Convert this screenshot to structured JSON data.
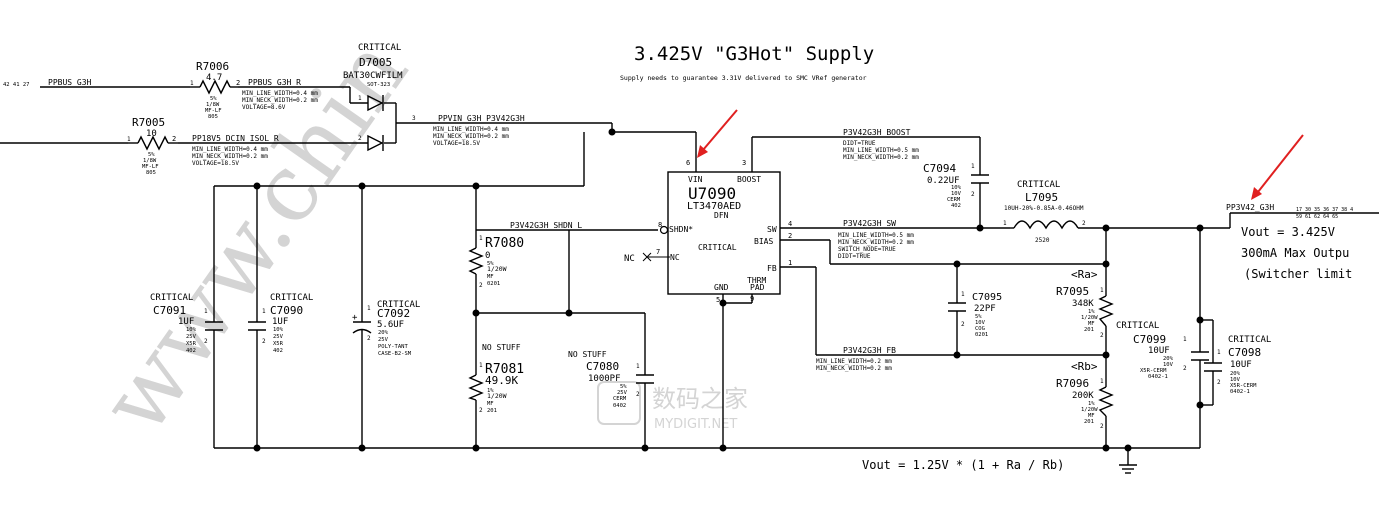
{
  "title": "3.425V \"G3Hot\" Supply",
  "subtitle": "Supply needs to guarantee 3.31V delivered to SMC VRef generator",
  "formula": "Vout = 1.25V * (1 + Ra / Rb)",
  "watermark": {
    "text": "www.chin",
    "logo_cn": "数码之家",
    "logo_en": "MYDIGIT.NET"
  },
  "ic": {
    "ref": "U7090",
    "part": "LT3470AED",
    "pkg": "DFN",
    "crit": "CRITICAL",
    "pins": {
      "vin": "VIN",
      "boost": "BOOST",
      "shdn": "SHDN*",
      "nc": "NC",
      "sw": "SW",
      "bias": "BIAS",
      "fb": "FB",
      "gnd": "GND",
      "thrm": "THRM",
      "pad": "PAD"
    },
    "pin_numbers": {
      "vin": "6",
      "boost": "3",
      "shdn": "8",
      "nc": "7",
      "sw": "4",
      "bias": "2",
      "fb": "1",
      "gnd": "5",
      "pad": "9"
    }
  },
  "nets": {
    "ppbus": "PPBUS_G3H",
    "ppbus_prefix": "42 41 27",
    "ppbus_r": "PPBUS_G3H_R",
    "ppbus_r_attr": [
      "MIN_LINE_WIDTH=0.4 mm",
      "MIN_NECK_WIDTH=0.2 mm",
      "VOLTAGE=8.6V"
    ],
    "dcin": "PP18V5_DCIN_ISOL_R",
    "dcin_attr": [
      "MIN_LINE_WIDTH=0.4 mm",
      "MIN_NECK_WIDTH=0.2 mm",
      "VOLTAGE=18.5V"
    ],
    "ppvin": "PPVIN_G3H_P3V42G3H",
    "ppvin_attr": [
      "MIN_LINE_WIDTH=0.4 mm",
      "MIN_NECK_WIDTH=0.2 mm",
      "VOLTAGE=18.5V"
    ],
    "boost": "P3V42G3H_BOOST",
    "boost_attr": [
      "DIDT=TRUE",
      "MIN_LINE_WIDTH=0.5 mm",
      "MIN_NECK_WIDTH=0.2 mm"
    ],
    "shdn": "P3V42G3H_SHDN_L",
    "sw": "P3V42G3H_SW",
    "sw_attr": [
      "MIN_LINE_WIDTH=0.5 mm",
      "MIN_NECK_WIDTH=0.2 mm",
      "SWITCH_NODE=TRUE",
      "DIDT=TRUE"
    ],
    "fb": "P3V42G3H_FB",
    "fb_attr": [
      "MIN_LINE_WIDTH=0.2 mm",
      "MIN_NECK_WIDTH=0.2 mm"
    ],
    "out": "PP3V42_G3H",
    "out_pages": "17 30 35 36 37 38 4",
    "out_pages2": "59 61 62 64 65"
  },
  "notes": {
    "vout": "Vout = 3.425V",
    "max": "300mA Max Outpu",
    "limit": "(Switcher limit"
  },
  "parts": {
    "r7006": {
      "ref": "R7006",
      "value": "4.7",
      "attr": [
        "5%",
        "1/8W",
        "MF-LF",
        "805"
      ],
      "p1": "1",
      "p2": "2"
    },
    "r7005": {
      "ref": "R7005",
      "value": "10",
      "attr": [
        "5%",
        "1/8W",
        "MF-LF",
        "805"
      ],
      "p1": "1",
      "p2": "2"
    },
    "d7005": {
      "crit": "CRITICAL",
      "ref": "D7005",
      "part": "BAT30CWFILM",
      "pkg": "SOT-323",
      "p1": "1",
      "p2": "2",
      "p3": "3"
    },
    "c7091": {
      "crit": "CRITICAL",
      "ref": "C7091",
      "value": "1UF",
      "attr": [
        "10%",
        "25V",
        "X5R",
        "402"
      ],
      "p1": "1",
      "p2": "2"
    },
    "c7090": {
      "crit": "CRITICAL",
      "ref": "C7090",
      "value": "1UF",
      "attr": [
        "10%",
        "25V",
        "X5R",
        "402"
      ],
      "p1": "1",
      "p2": "2"
    },
    "c7092": {
      "crit": "CRITICAL",
      "ref": "C7092",
      "value": "5.6UF",
      "attr": [
        "20%",
        "25V",
        "POLY-TANT",
        "CASE-B2-SM"
      ],
      "p1": "1",
      "p2": "2"
    },
    "r7080": {
      "ref": "R7080",
      "value": "0",
      "attr": [
        "5%",
        "1/20W",
        "MF",
        "0201"
      ],
      "p1": "1",
      "p2": "2"
    },
    "r7081": {
      "nostuff": "NO STUFF",
      "ref": "R7081",
      "value": "49.9K",
      "attr": [
        "1%",
        "1/20W",
        "MF",
        "201"
      ],
      "p1": "1",
      "p2": "2"
    },
    "c7080": {
      "nostuff": "NO STUFF",
      "ref": "C7080",
      "value": "1000PF",
      "attr": [
        "5%",
        "25V",
        "CERM",
        "0402"
      ],
      "p1": "1",
      "p2": "2"
    },
    "c7094": {
      "ref": "C7094",
      "value": "0.22UF",
      "attr": [
        "10%",
        "10V",
        "CERM",
        "402"
      ],
      "p1": "1",
      "p2": "2"
    },
    "l7095": {
      "crit": "CRITICAL",
      "ref": "L7095",
      "value": "10UH-20%-0.85A-0.46OHM",
      "pkg": "2520",
      "p1": "1",
      "p2": "2"
    },
    "c7095": {
      "ref": "C7095",
      "value": "22PF",
      "attr": [
        "5%",
        "10V",
        "COG",
        "0201"
      ],
      "p1": "1",
      "p2": "2"
    },
    "r7095": {
      "tag": "<Ra>",
      "ref": "R7095",
      "value": "348K",
      "attr": [
        "1%",
        "1/20W",
        "MF",
        "201"
      ],
      "p1": "1",
      "p2": "2"
    },
    "r7096": {
      "tag": "<Rb>",
      "ref": "R7096",
      "value": "200K",
      "attr": [
        "1%",
        "1/20W",
        "MF",
        "201"
      ],
      "p1": "1",
      "p2": "2"
    },
    "c7099": {
      "crit": "CRITICAL",
      "ref": "C7099",
      "value": "10UF",
      "attr": [
        "20%",
        "10V",
        "X5R-CERM",
        "0402-1"
      ],
      "p1": "1",
      "p2": "2"
    },
    "c7098": {
      "crit": "CRITICAL",
      "ref": "C7098",
      "value": "10UF",
      "attr": [
        "20%",
        "10V",
        "X5R-CERM",
        "0402-1"
      ],
      "p1": "1",
      "p2": "2"
    }
  },
  "colors": {
    "ink": "#000000",
    "watermark": "#d4d4d4",
    "arrow": "#e02020"
  }
}
